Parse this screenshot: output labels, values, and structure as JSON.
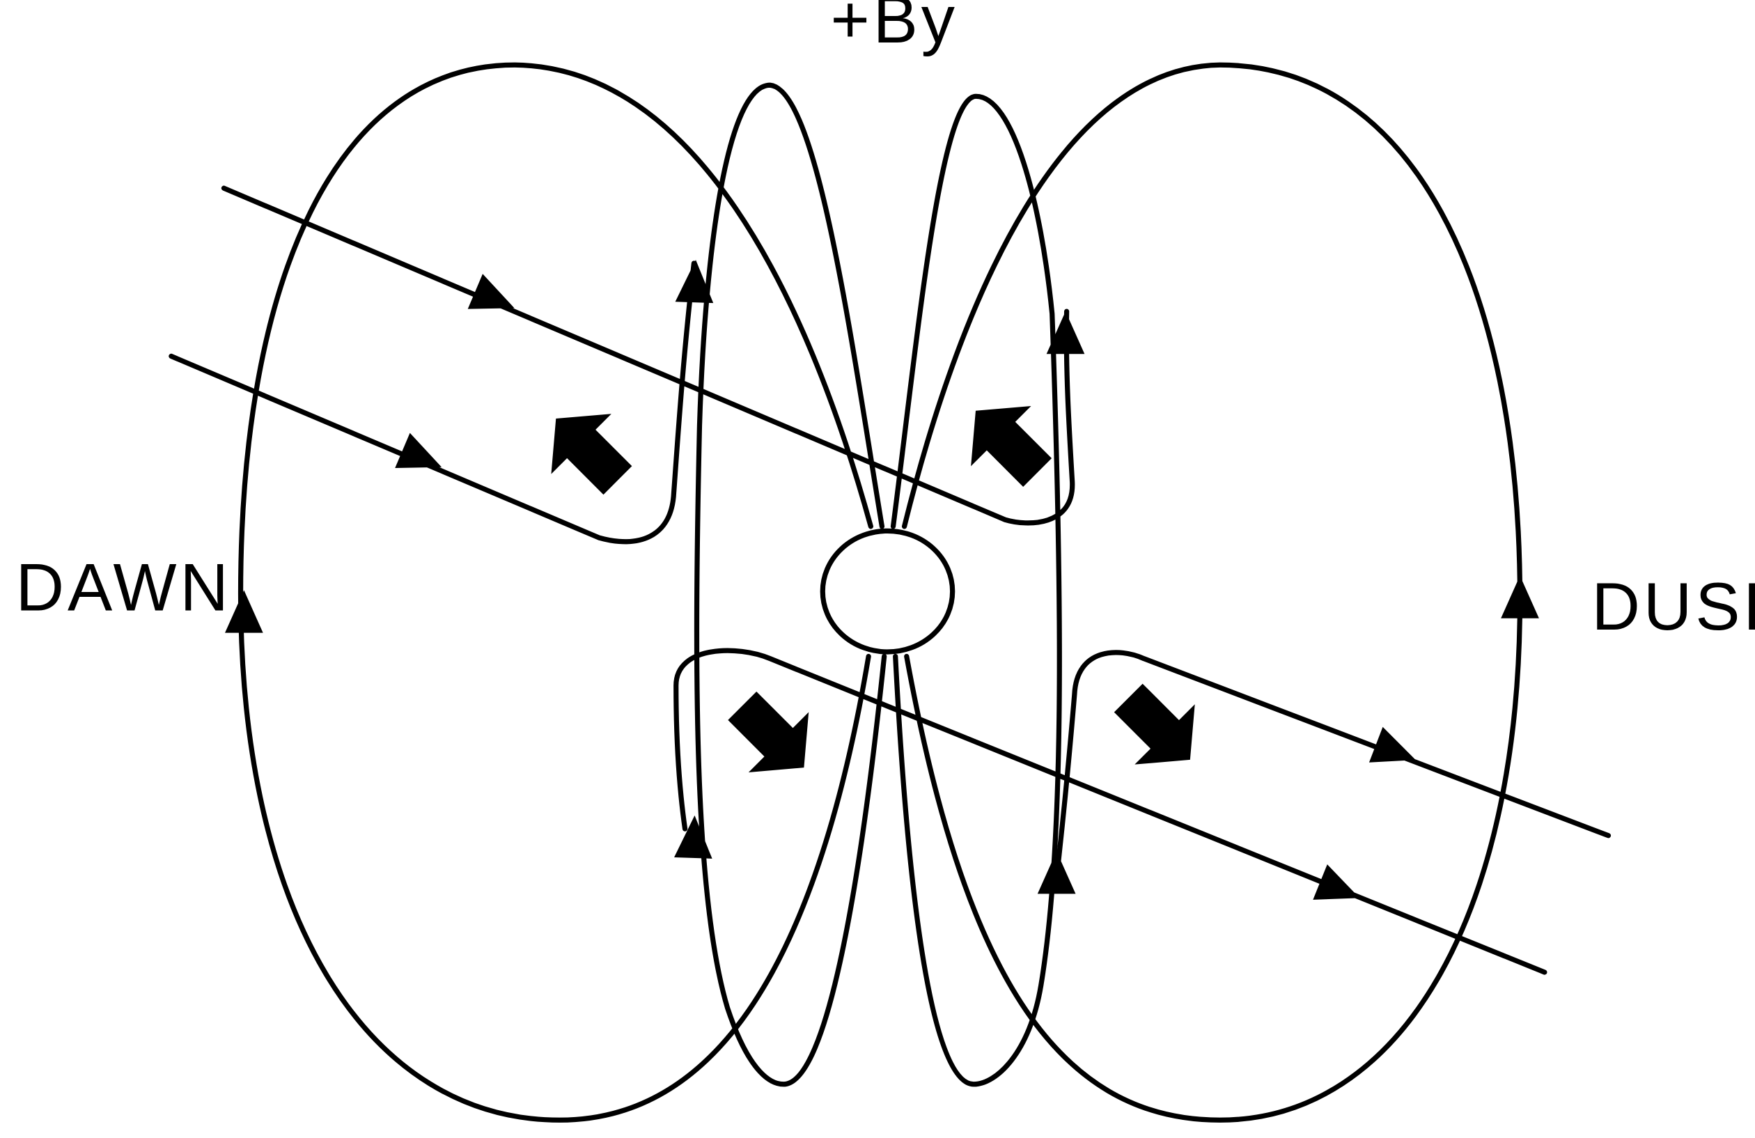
{
  "diagram": {
    "labels": {
      "top": "+By",
      "left": "DAWN",
      "right": "DUSK"
    },
    "colors": {
      "ink": "#000000",
      "background": "#ffffff"
    }
  }
}
